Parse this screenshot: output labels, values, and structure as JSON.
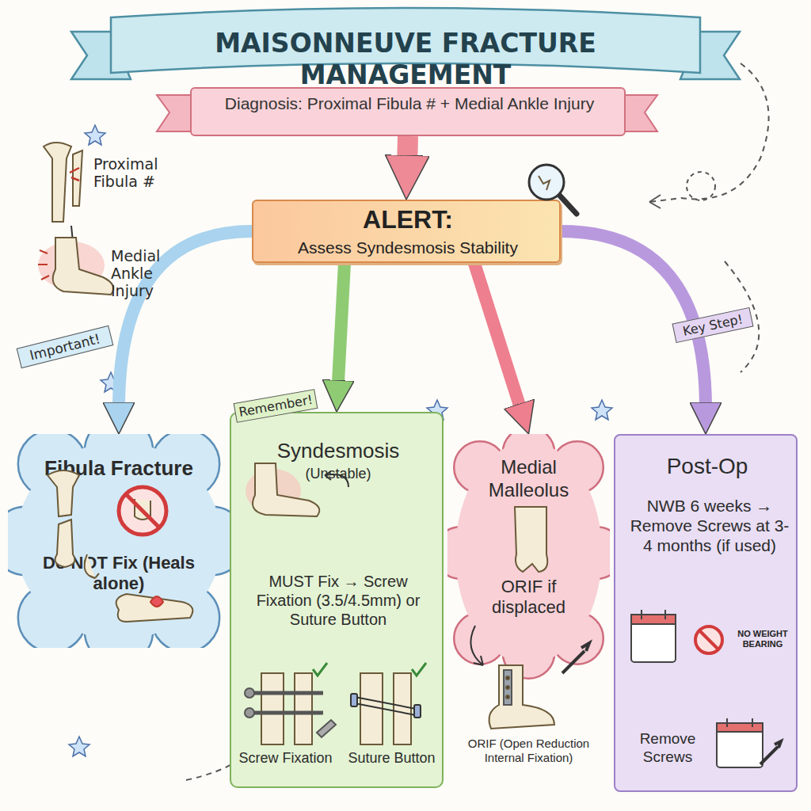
{
  "diagram": {
    "title": "MAISONNEUVE FRACTURE MANAGEMENT",
    "nodes": [
      {
        "text": [
          "Diagnosis: Proximal Fibula # + Medial Ankle Injury"
        ]
      },
      {
        "text": [
          "ALERT:",
          "Assess Syndesmosis Stability"
        ]
      },
      {
        "text": [
          "Fibula Fracture",
          "Do NOT Fix (Heals alone)"
        ]
      },
      {
        "text": [
          "Syndesmosis",
          "(Unstable)",
          "MUST Fix → Screw Fixation (3.5/4.5mm) or Suture Button",
          "Screw Fixation",
          "Suture Button"
        ]
      },
      {
        "text": [
          "Medial Malleolus",
          "ORIF if displaced",
          "ORIF (Open Reduction Internal Fixation)"
        ]
      },
      {
        "text": [
          "Post-Op",
          "NWB 6 weeks → Remove Screws at 3-4 months (if used)",
          "6",
          "NO WEIGHT BEARING",
          "Remove Screws",
          "3-4"
        ]
      }
    ],
    "edges": [
      {
        "from": 0,
        "to": 1,
        "arrow": "to"
      },
      {
        "from": 1,
        "to": 2,
        "arrow": "to"
      },
      {
        "from": 1,
        "to": 3,
        "arrow": "to"
      },
      {
        "from": 1,
        "to": 4,
        "arrow": "to"
      },
      {
        "from": 1,
        "to": 5,
        "arrow": "to"
      }
    ],
    "labels": [
      "Proximal Fibula #",
      "Medial Ankle Injury",
      "Important!",
      "Remember!",
      "Key Step!"
    ]
  }
}
